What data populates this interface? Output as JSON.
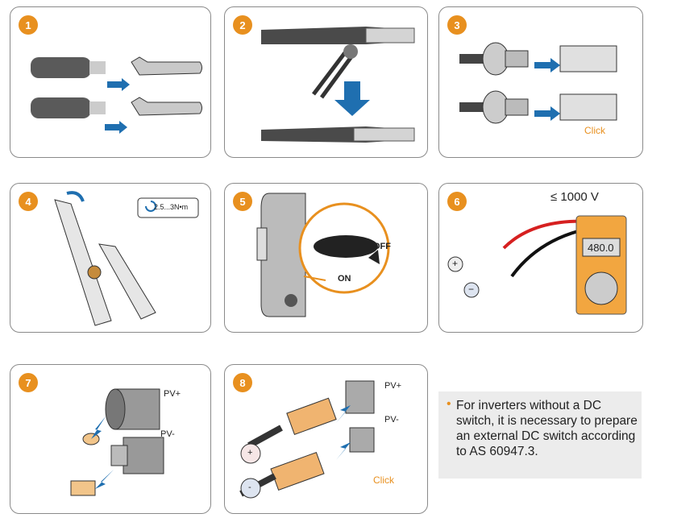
{
  "steps": [
    {
      "number": "1"
    },
    {
      "number": "2"
    },
    {
      "number": "3",
      "click_label": "Click"
    },
    {
      "number": "4",
      "torque_label": "2.5...3N•m"
    },
    {
      "number": "5",
      "switch_off_label": "OFF",
      "switch_on_label": "ON"
    },
    {
      "number": "6",
      "voltage_label": "≤ 1000 V",
      "meter_reading": "480.0",
      "plus_label": "+",
      "minus_label": "−"
    },
    {
      "number": "7",
      "pv_plus_label": "PV+",
      "pv_minus_label": "PV-"
    },
    {
      "number": "8",
      "pv_plus_label": "PV+",
      "pv_minus_label": "PV-",
      "plus_label": "+",
      "minus_label": "-",
      "click_label": "Click"
    }
  ],
  "note": {
    "text": "For inverters without a DC switch, it is necessary to prepare an external DC switch according to AS 60947.3."
  },
  "colors": {
    "accent": "#e8901f",
    "arrow": "#1f6fb0",
    "border": "#8a8a8a"
  }
}
